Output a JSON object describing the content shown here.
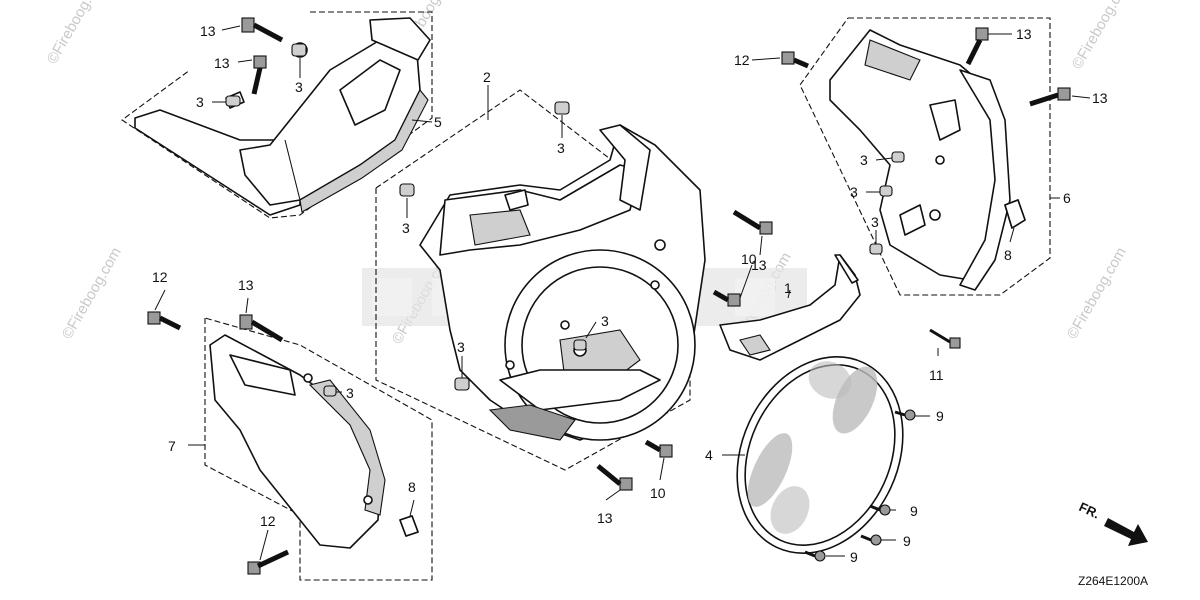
{
  "diagram": {
    "callouts": [
      "1",
      "2",
      "3",
      "4",
      "5",
      "6",
      "7",
      "8",
      "9",
      "10",
      "11",
      "12",
      "13"
    ],
    "watermark": "©Fireboog.com",
    "front_marker": "FR.",
    "diagram_code": "Z264E1200A"
  }
}
